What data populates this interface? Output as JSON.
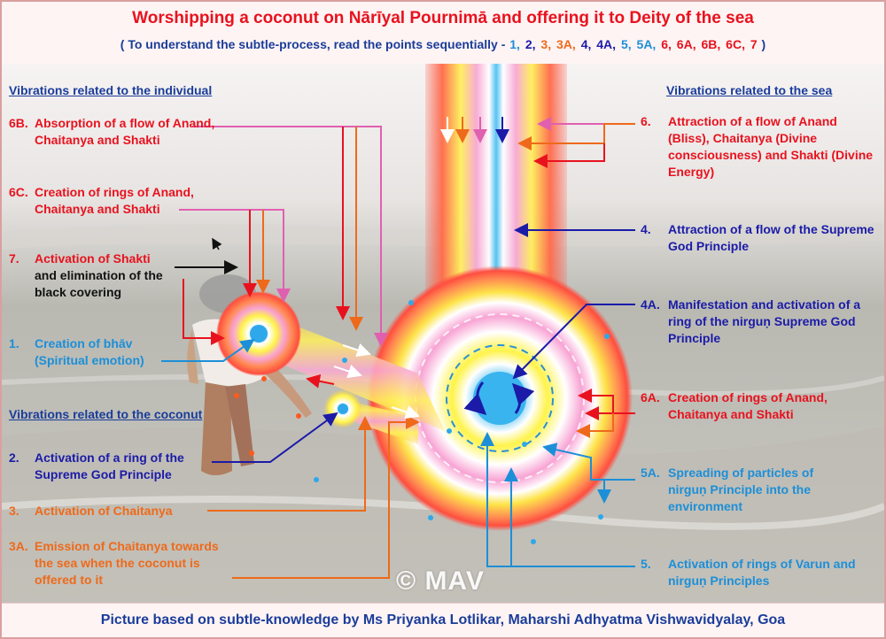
{
  "header": {
    "title": "Worshipping a coconut on Nārīyal Pournimā and offering it to Deity of the sea",
    "subtitle_prefix": "( To understand the subtle-process, read the points sequentially - ",
    "sequence": [
      {
        "label": "1,",
        "color": "#1c8fd8"
      },
      {
        "label": "2,",
        "color": "#1b1ba8"
      },
      {
        "label": "3,",
        "color": "#ee6a1a"
      },
      {
        "label": "3A,",
        "color": "#ee6a1a"
      },
      {
        "label": "4,",
        "color": "#1b1ba8"
      },
      {
        "label": "4A,",
        "color": "#1b1ba8"
      },
      {
        "label": "5,",
        "color": "#1c8fd8"
      },
      {
        "label": "5A,",
        "color": "#1c8fd8"
      },
      {
        "label": "6,",
        "color": "#e8121e"
      },
      {
        "label": "6A,",
        "color": "#e8121e"
      },
      {
        "label": "6B,",
        "color": "#e8121e"
      },
      {
        "label": "6C,",
        "color": "#e8121e"
      },
      {
        "label": "7",
        "color": "#e8121e"
      }
    ],
    "subtitle_suffix": " )"
  },
  "sections": {
    "individual": "Vibrations related to the individual",
    "sea": "Vibrations related to the sea",
    "coconut": "Vibrations related to the coconut"
  },
  "labels": {
    "p6b": {
      "num": "6B.",
      "text": "Absorption of a flow of Anand, Chaitanya and Shakti"
    },
    "p6c": {
      "num": "6C.",
      "text": "Creation of rings of Anand, Chaitanya and Shakti"
    },
    "p7": {
      "num": "7.",
      "text_red": "Activation of Shakti",
      "text_black": "and elimination of the black covering"
    },
    "p1": {
      "num": "1.",
      "text": "Creation of bhāv (Spiritual emotion)"
    },
    "p2": {
      "num": "2.",
      "text": "Activation of a ring of the Supreme God Principle"
    },
    "p3": {
      "num": "3.",
      "text": "Activation of Chaitanya"
    },
    "p3a": {
      "num": "3A.",
      "text": "Emission of Chaitanya towards the sea when the coconut is offered to it"
    },
    "p6": {
      "num": "6.",
      "text": "Attraction of a flow of Anand (Bliss), Chaitanya (Divine consciousness) and Shakti (Divine Energy)"
    },
    "p4": {
      "num": "4.",
      "text": "Attraction of a flow of the Supreme God Principle"
    },
    "p4a": {
      "num": "4A.",
      "text": "Manifestation and activation of a ring of the nirguṇ Supreme God Principle"
    },
    "p6a": {
      "num": "6A.",
      "text": "Creation of rings of Anand, Chaitanya and Shakti"
    },
    "p5a": {
      "num": "5A.",
      "text": "Spreading of particles of nirguṇ Principle into the environment"
    },
    "p5": {
      "num": "5.",
      "text": "Activation of rings of Varun and nirguṇ Principles"
    }
  },
  "watermark": "© MAV",
  "footer": "Picture based on subtle-knowledge by Ms Priyanka Lotlikar, Maharshi Adhyatma Vishwavidyalay, Goa",
  "colors": {
    "red": "#e8121e",
    "blue": "#1b1ba8",
    "cyan": "#1c8fd8",
    "orange": "#ee6a1a",
    "yellow": "#f7e21c",
    "pink": "#f07fc0",
    "sea": "#b8b8b0"
  }
}
